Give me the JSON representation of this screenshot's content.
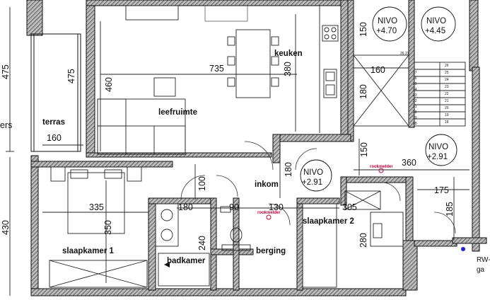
{
  "rooms": {
    "terras": "terras",
    "keuken": "keuken",
    "leefruimte": "leefruimte",
    "inkom": "inkom",
    "slaapkamer1": "slaapkamer 1",
    "slaapkamer2": "slaapkamer 2",
    "badkamer": "badkamer",
    "berging": "berging"
  },
  "levels": {
    "n1": {
      "label": "NIVO",
      "value": "+4.70"
    },
    "n2": {
      "label": "NIVO",
      "value": "+4.45"
    },
    "n3": {
      "label": "NIVO",
      "value": "+2.91"
    },
    "n4": {
      "label": "NIVO",
      "value": "+2.91"
    }
  },
  "dimensions": {
    "left_475": "475",
    "terras_475": "475",
    "terras_160": "160",
    "leef_460": "460",
    "leef_735": "735",
    "keuken_380": "380",
    "stair_150": "150",
    "stair_160": "160",
    "stair_180": "180",
    "hall_150": "150",
    "hall_360": "360",
    "hall_175": "175",
    "hall_185": "185",
    "inkom_180": "180",
    "inkom_100": "100",
    "sk1_335": "335",
    "sk1_350": "350",
    "bad_180": "180",
    "bad_240": "240",
    "wc_90": "90",
    "berg_130": "130",
    "sk2_305": "305",
    "sk2_280": "280",
    "left_430": "430"
  },
  "labels": {
    "rookmelder1": "rookmelder",
    "rookmelder2": "rookmelder",
    "left_cut": "ers",
    "rw": "RW-",
    "ga": "ga"
  },
  "stair_numbers": [
    "26",
    "25",
    "24",
    "23",
    "22",
    "21",
    "20",
    "19",
    "18"
  ],
  "stair_numbers_left": [
    "27",
    "26",
    "25",
    "24",
    "23",
    "22",
    "21",
    "20",
    "19",
    "18"
  ],
  "stair_top": "26 27",
  "colors": {
    "wall": "#333333",
    "rookmelder": "#c8003a",
    "level_marker": "#2222cc"
  }
}
